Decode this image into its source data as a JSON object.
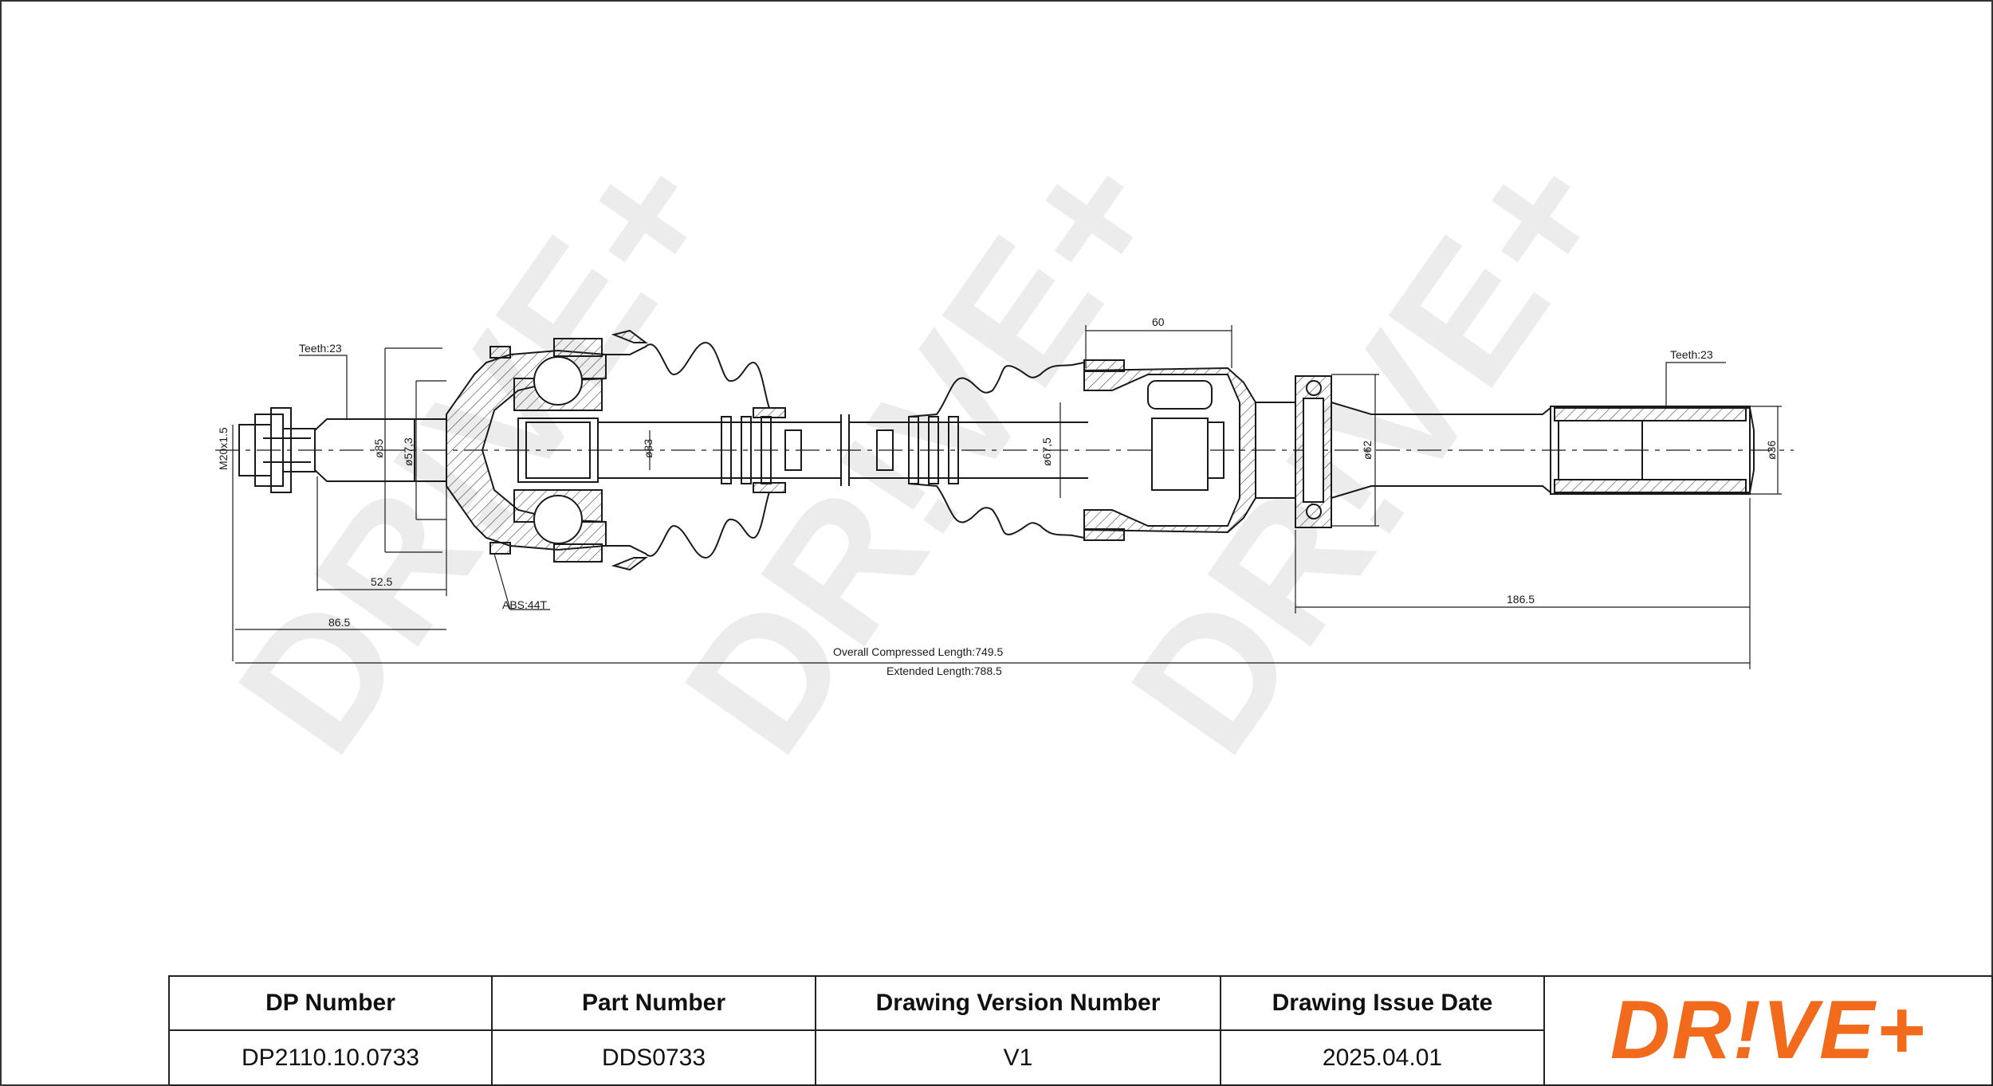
{
  "drawing": {
    "teeth_left": "Teeth:23",
    "teeth_right": "Teeth:23",
    "thread": "M20x1.5",
    "dia_85": "ø85",
    "dia_57": "ø57,3",
    "dia_83": "ø83",
    "dia_675": "ø67,5",
    "dia_62": "ø62",
    "dia_36": "ø36",
    "dim_60": "60",
    "dim_525": "52.5",
    "dim_865": "86.5",
    "dim_1865": "186.5",
    "abs": "ABS:44T",
    "overall": "Overall  Compressed  Length:749.5",
    "extended": "Extended  Length:788.5",
    "watermark": "DR!VE+"
  },
  "title_block": {
    "headers": [
      "DP Number",
      "Part Number",
      "Drawing Version Number",
      "Drawing Issue Date"
    ],
    "values": [
      "DP2110.10.0733",
      "DDS0733",
      "V1",
      "2025.04.01"
    ]
  },
  "logo": {
    "text": "DR!VE+",
    "color": "#f26a1b"
  },
  "colors": {
    "line": "#1a1a1a",
    "watermark": "#ececec",
    "accent": "#f26a1b"
  }
}
